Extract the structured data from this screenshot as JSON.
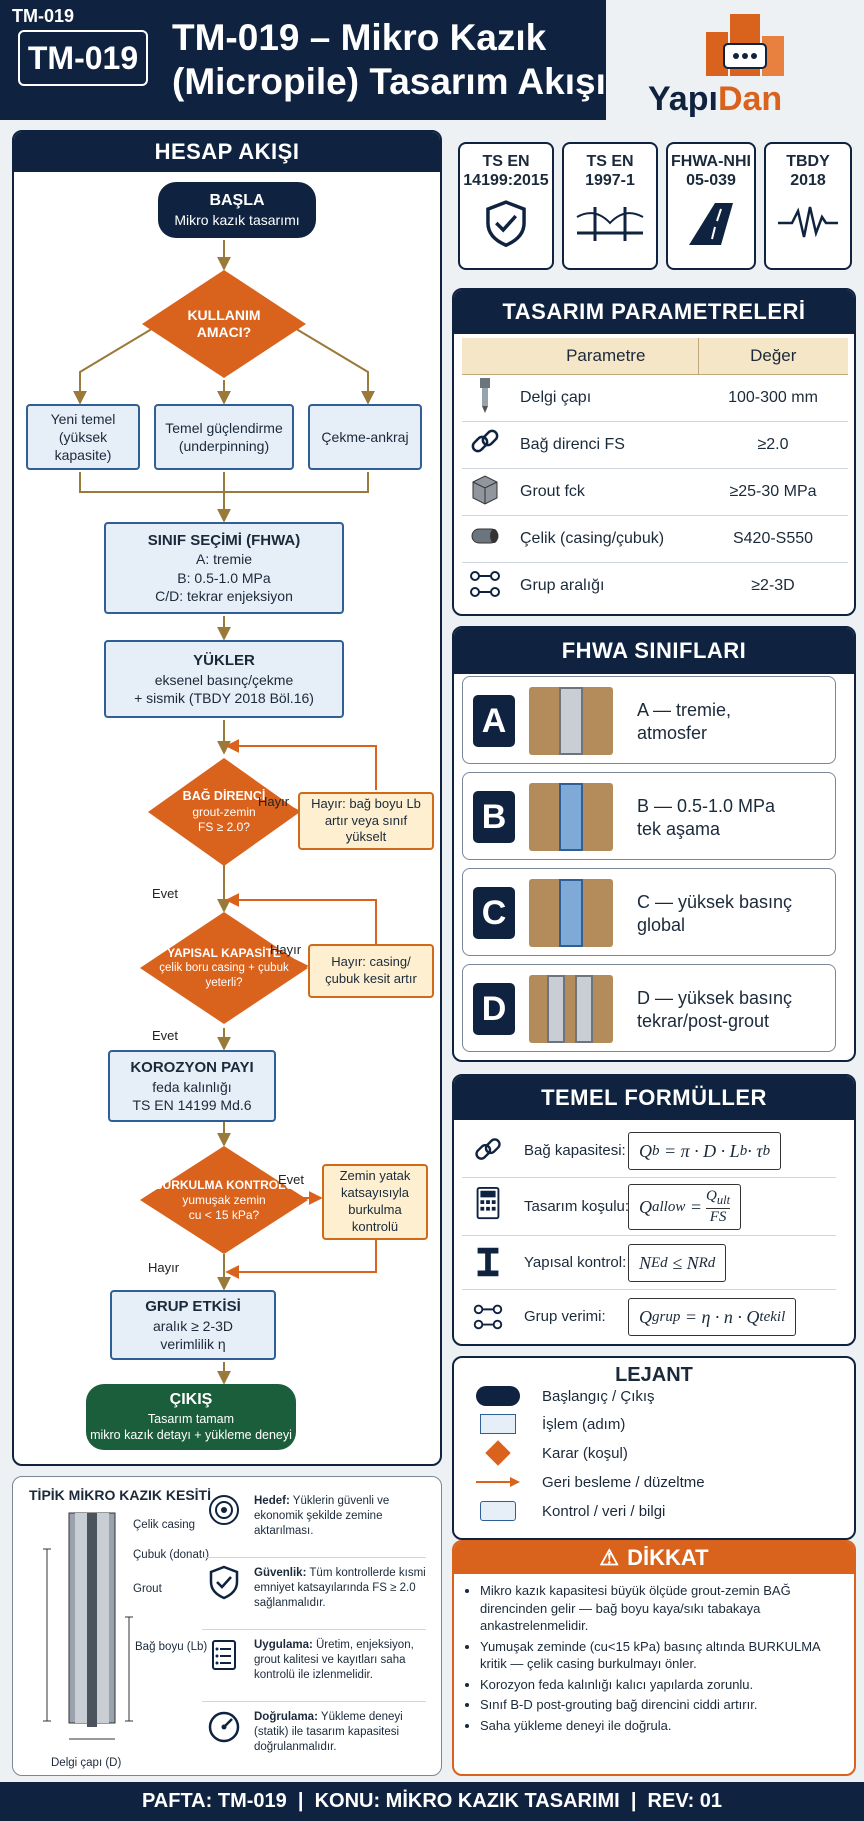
{
  "header": {
    "code_small": "TM-019",
    "code_box": "TM-019",
    "title_line1": "TM-019 – Mikro Kazık",
    "title_line2": "(Micropile) Tasarım Akışı",
    "logo_a": "Yapı",
    "logo_b": "Dan"
  },
  "flow": {
    "title": "HESAP AKIŞI",
    "start": {
      "title": "BAŞLA",
      "sub": "Mikro kazık tasarımı"
    },
    "purpose": {
      "line1": "KULLANIM",
      "line2": "AMACI?"
    },
    "opt1": "Yeni temel (yüksek kapasite)",
    "opt2": "Temel güçlendirme (underpinning)",
    "opt3": "Çekme-ankraj",
    "class": {
      "title": "SINIF SEÇİMİ (FHWA)",
      "l1": "A: tremie",
      "l2": "B: 0.5-1.0 MPa",
      "l3": "C/D: tekrar enjeksiyon"
    },
    "loads": {
      "title": "YÜKLER",
      "l1": "eksenel basınç/çekme",
      "l2": "+ sismik (TBDY 2018 Böl.16)"
    },
    "bond": {
      "l1": "BAĞ DİRENCİ",
      "l2": "grout-zemin",
      "l3": "FS ≥ 2.0?"
    },
    "bond_fb": "Hayır: bağ boyu Lb artır veya sınıf yükselt",
    "struct": {
      "l1": "YAPISAL KAPASİTE",
      "l2": "çelik boru casing + çubuk",
      "l3": "yeterli?"
    },
    "struct_fb": "Hayır: casing/çubuk kesit artır",
    "corr": {
      "title": "KOROZYON PAYI",
      "l1": "feda kalınlığı",
      "l2": "TS EN 14199 Md.6"
    },
    "buck": {
      "l1": "BURKULMA KONTROLÜ",
      "l2": "yumuşak zemin",
      "l3": "cu < 15 kPa?"
    },
    "buck_fb": "Zemin yatak katsayısıyla burkulma kontrolü",
    "group": {
      "title": "GRUP ETKİSİ",
      "l1": "aralık ≥ 2-3D",
      "l2": "verimlilik η"
    },
    "end": {
      "title": "ÇIKIŞ",
      "l1": "Tasarım tamam",
      "l2": "mikro kazık detayı + yükleme deneyi"
    },
    "hayir": "Hayır",
    "evet": "Evet"
  },
  "section": {
    "title": "TİPİK MİKRO KAZIK KESİTİ",
    "labels": [
      "Çelik casing",
      "Çubuk (donatı)",
      "Grout",
      "Bağ boyu (Lb)",
      "Delgi çapı (D)"
    ],
    "notes": [
      {
        "key": "Hedef:",
        "text": "Yüklerin güvenli ve ekonomik şekilde zemine aktarılması."
      },
      {
        "key": "Güvenlik:",
        "text": "Tüm kontrollerde kısmi emniyet katsayılarında FS ≥ 2.0 sağlanmalıdır."
      },
      {
        "key": "Uygulama:",
        "text": "Üretim, enjeksiyon, grout kalitesi ve kayıtları saha kontrolü ile izlenmelidir."
      },
      {
        "key": "Doğrulama:",
        "text": "Yükleme deneyi (statik) ile tasarım kapasitesi doğrulanmalıdır."
      }
    ]
  },
  "standards": [
    {
      "l1": "TS EN",
      "l2": "14199:2015",
      "icon": "shield-check-icon"
    },
    {
      "l1": "TS EN",
      "l2": "1997-1",
      "icon": "bridge-icon"
    },
    {
      "l1": "FHWA-NHI",
      "l2": "05-039",
      "icon": "road-icon"
    },
    {
      "l1": "TBDY",
      "l2": "2018",
      "icon": "seismograph-icon"
    }
  ],
  "params": {
    "title": "TASARIM PARAMETRELERİ",
    "h1": "Parametre",
    "h2": "Değer",
    "rows": [
      {
        "name": "Delgi çapı",
        "value": "100-300 mm",
        "icon": "drill-icon"
      },
      {
        "name": "Bağ direnci FS",
        "value": "≥2.0",
        "icon": "chain-link-icon"
      },
      {
        "name": "Grout fck",
        "value": "≥25-30 MPa",
        "icon": "concrete-block-icon"
      },
      {
        "name": "Çelik (casing/çubuk)",
        "value": "S420-S550",
        "icon": "steel-pipe-icon"
      },
      {
        "name": "Grup aralığı",
        "value": "≥2-3D",
        "icon": "spacing-icon"
      }
    ]
  },
  "fhwa": {
    "title": "FHWA SINIFLARI",
    "classes": [
      {
        "letter": "A",
        "l1": "A — tremie,",
        "l2": "atmosfer"
      },
      {
        "letter": "B",
        "l1": "B — 0.5-1.0 MPa",
        "l2": "tek aşama"
      },
      {
        "letter": "C",
        "l1": "C — yüksek basınç",
        "l2": "global"
      },
      {
        "letter": "D",
        "l1": "D — yüksek basınç",
        "l2": "tekrar/post-grout"
      }
    ]
  },
  "formulas": {
    "title": "TEMEL FORMÜLLER",
    "rows": [
      {
        "label": "Bağ kapasitesi:",
        "icon": "chain-link-icon"
      },
      {
        "label": "Tasarım koşulu:",
        "icon": "calculator-icon"
      },
      {
        "label": "Yapısal kontrol:",
        "icon": "i-beam-icon"
      },
      {
        "label": "Grup verimi:",
        "icon": "spacing-icon"
      }
    ]
  },
  "legend": {
    "title": "LEJANT",
    "items": [
      "Başlangıç / Çıkış",
      "İşlem (adım)",
      "Karar (koşul)",
      "Geri besleme / düzeltme",
      "Kontrol / veri / bilgi"
    ]
  },
  "warning": {
    "title": "DİKKAT",
    "items": [
      "Mikro kazık kapasitesi büyük ölçüde grout-zemin BAĞ direncinden gelir — bağ boyu kaya/sıkı tabakaya ankastrelenmelidir.",
      "Yumuşak zeminde (cu<15 kPa) basınç altında BURKULMA kritik — çelik casing burkulmayı önler.",
      "Korozyon feda kalınlığı kalıcı yapılarda zorunlu.",
      "Sınıf B-D post-grouting bağ direncini ciddi artırır.",
      "Saha yükleme deneyi ile doğrula."
    ]
  },
  "footer": "PAFTA: TM-019  |  KONU: MİKRO KAZIK TASARIMI  |  REV: 01",
  "colors": {
    "navy": "#0f2340",
    "orange": "#d9621c",
    "green": "#1b5e3b",
    "process": "#e6eef7"
  }
}
